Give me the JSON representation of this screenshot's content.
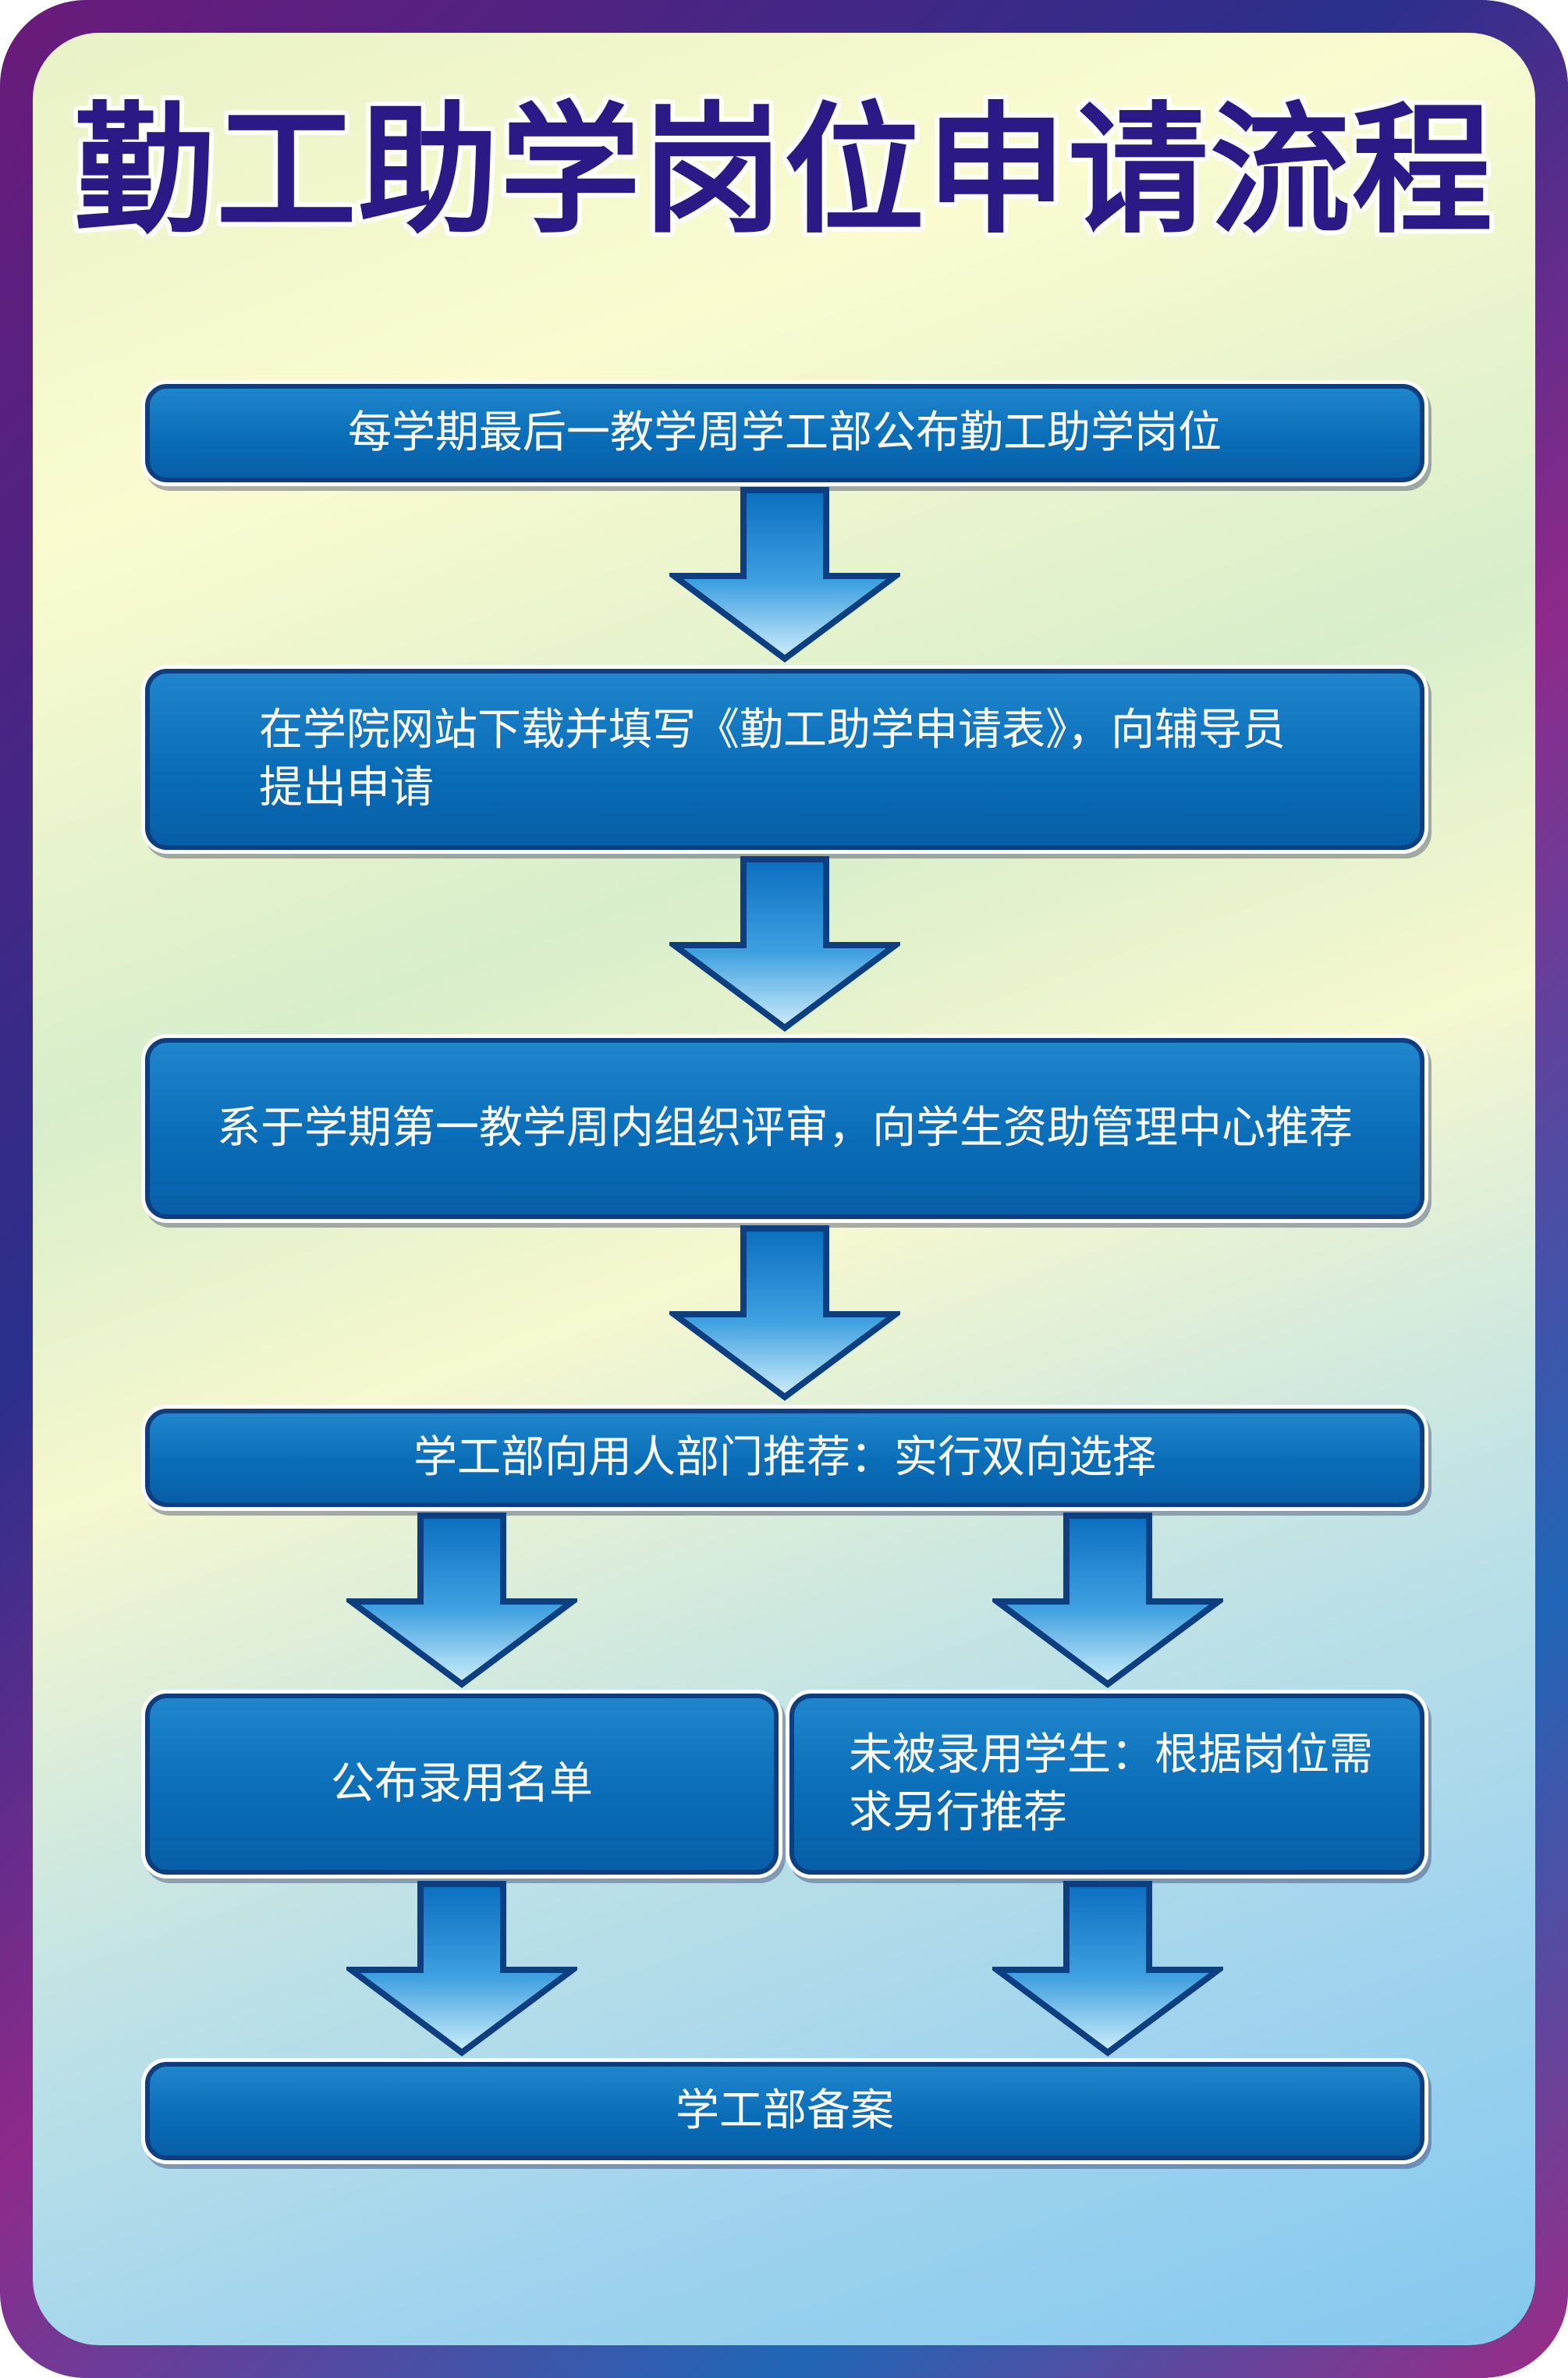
{
  "title": "勤工助学岗位申请流程",
  "steps": {
    "step1": "每学期最后一教学周学工部公布勤工助学岗位",
    "step2": "在学院网站下载并填写《勤工助学申请表》，向辅导员提出申请",
    "step3": "系于学期第一教学周内组织评审，向学生资助管理中心推荐",
    "step4": "学工部向用人部门推荐：实行双向选择",
    "step5_left": "公布录用名单",
    "step5_right": "未被录用学生：根据岗位需求另行推荐",
    "step6": "学工部备案"
  }
}
